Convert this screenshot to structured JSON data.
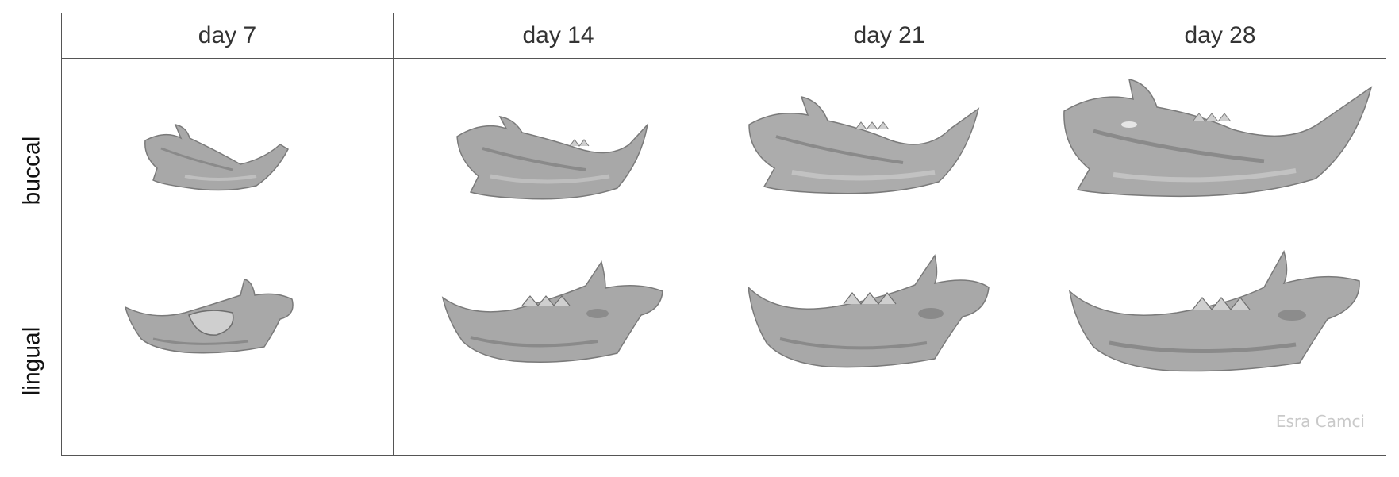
{
  "columns": [
    {
      "label": "day 7"
    },
    {
      "label": "day 14"
    },
    {
      "label": "day 21"
    },
    {
      "label": "day 28"
    }
  ],
  "rows": [
    {
      "label": "buccal"
    },
    {
      "label": "lingual"
    }
  ],
  "watermark": "Esra Camci",
  "colors": {
    "grid_line": "#555555",
    "bone_fill": "#a8a8a8",
    "bone_shadow": "#7a7a7a",
    "tooth_fill": "#cfcfcf",
    "watermark": "#c9c9c9"
  }
}
